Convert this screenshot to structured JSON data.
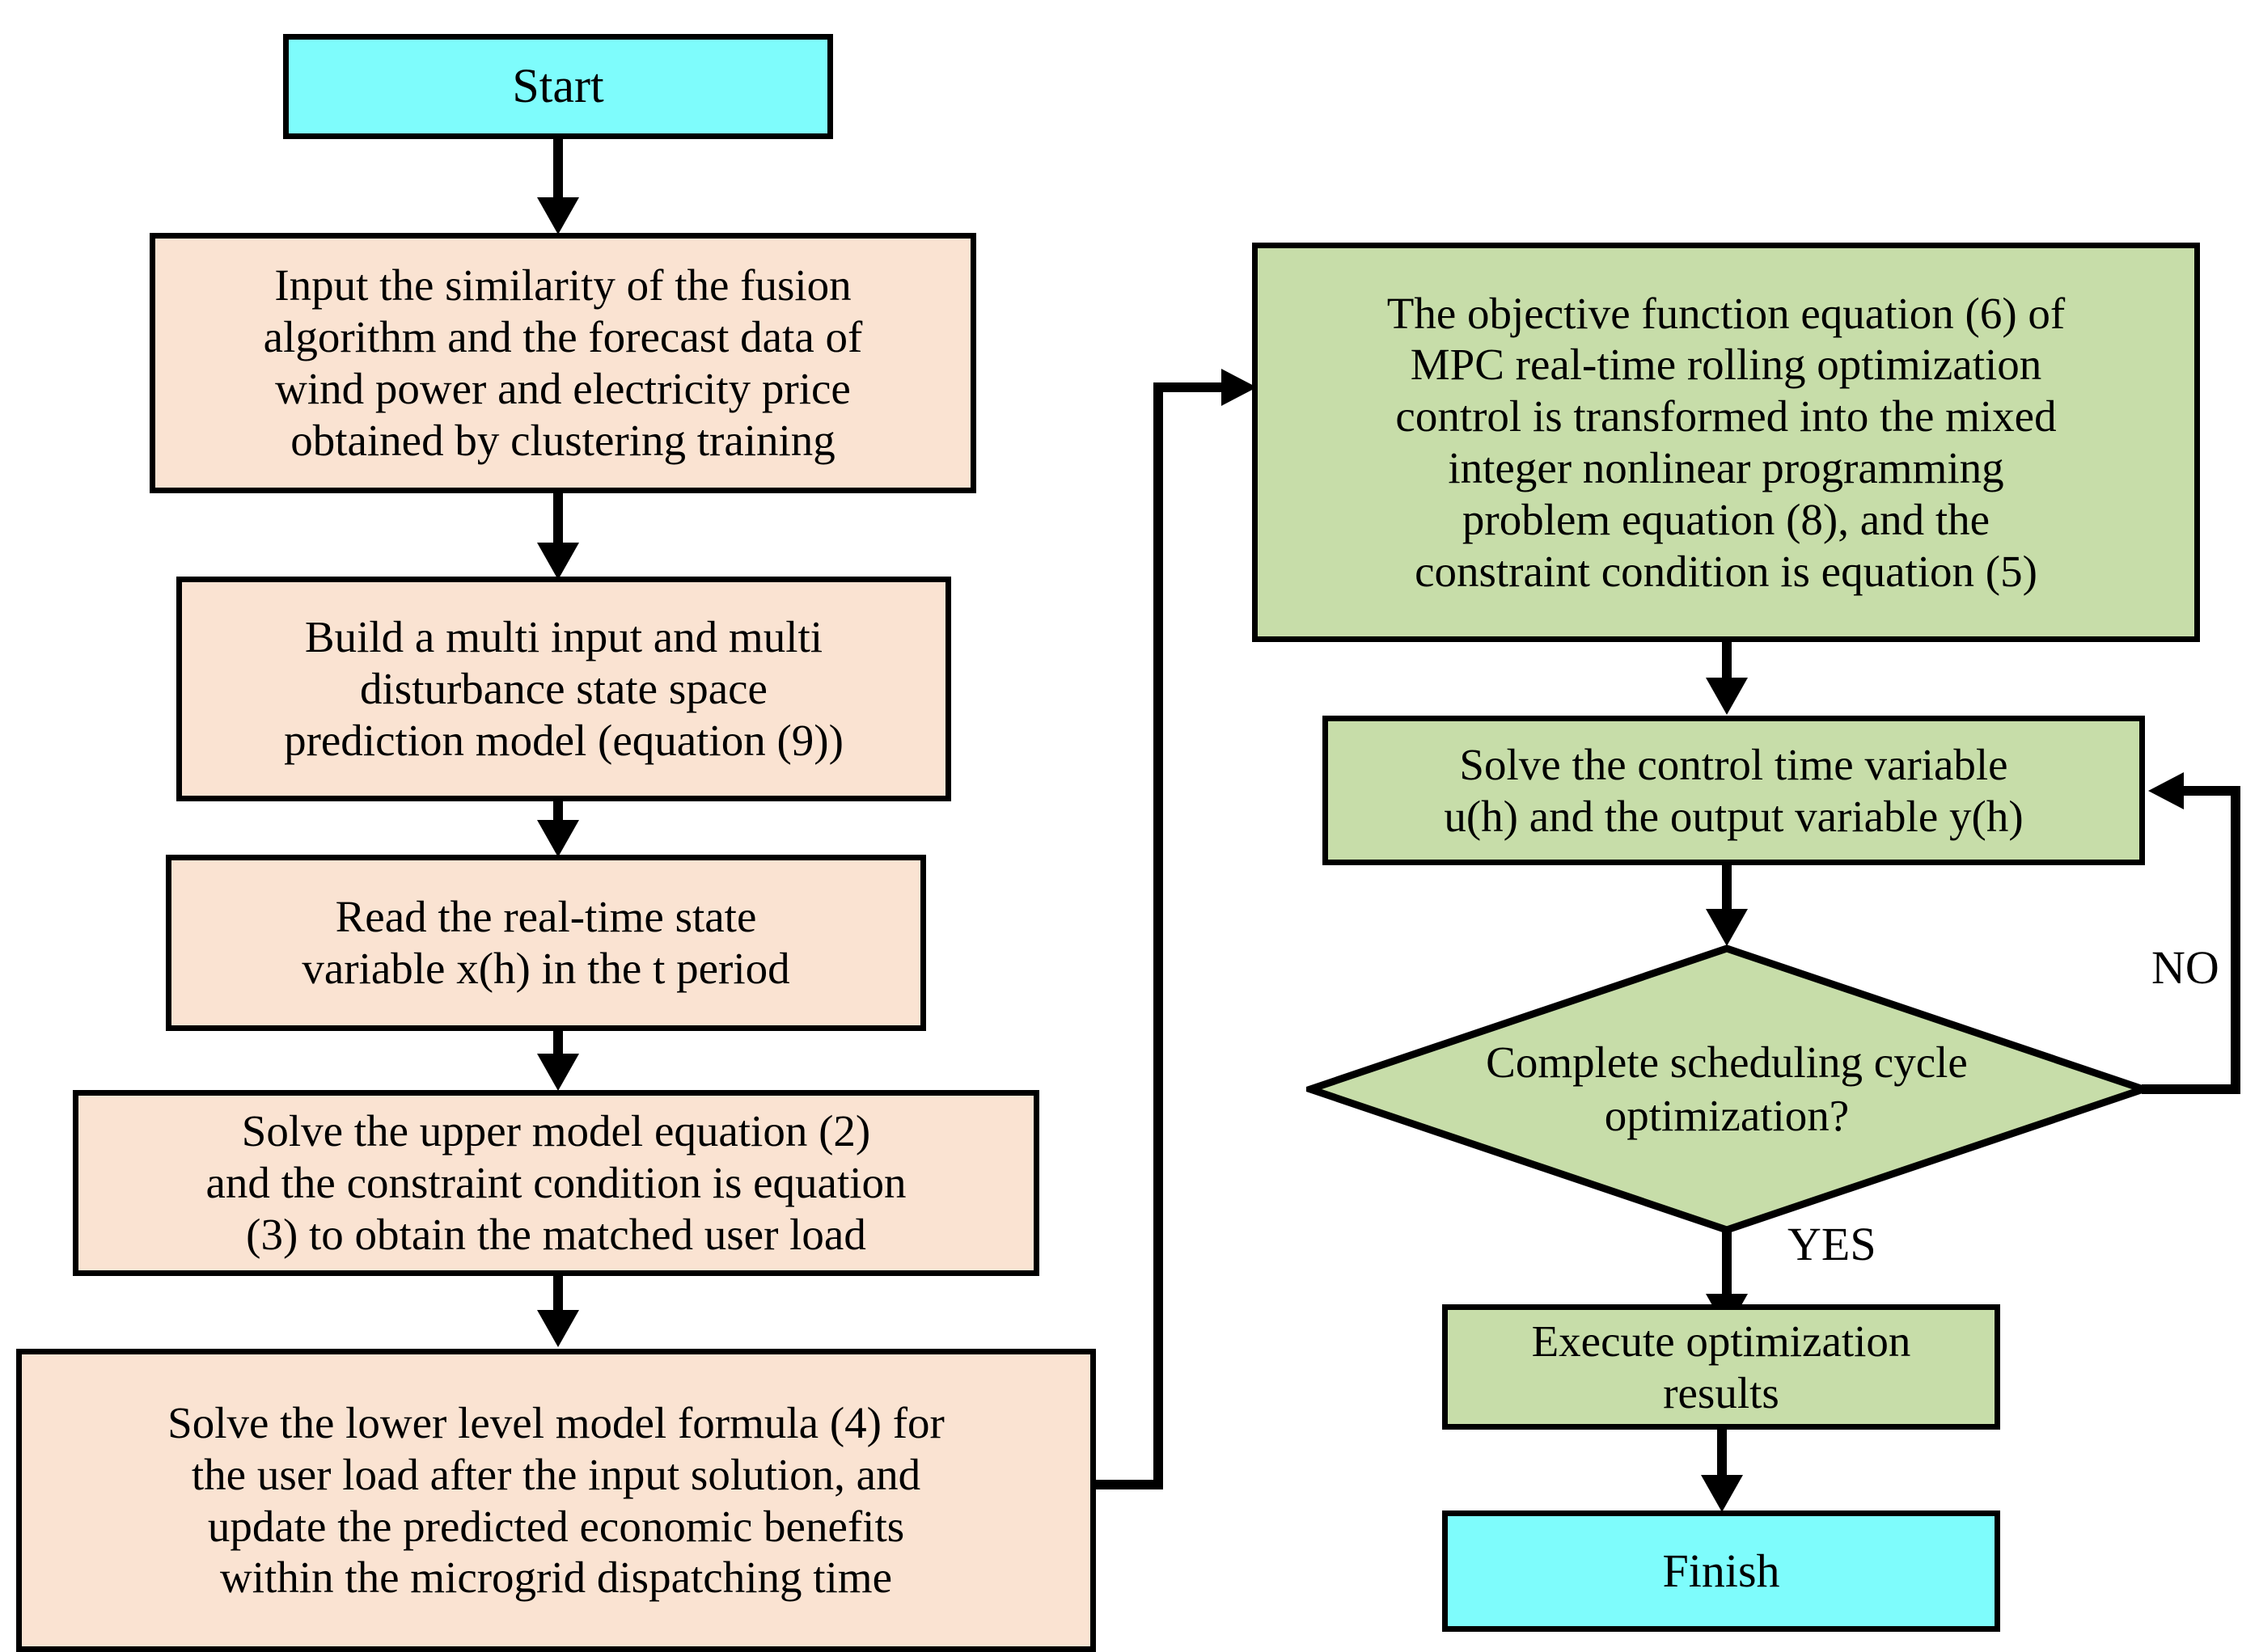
{
  "diagram": {
    "title": "Flowchart of bilevel microgrid scheduling with MPC rolling optimization",
    "colors": {
      "terminator_fill": "#7efcfc",
      "process_peach_fill": "#fae3d2",
      "process_green_fill": "#c7dda9",
      "stroke": "#000000",
      "background": "#ffffff"
    },
    "nodes": {
      "start": {
        "label": "Start",
        "shape": "rectangle",
        "fill": "#7efcfc"
      },
      "input_data": {
        "label": "Input the similarity of the fusion\nalgorithm and the forecast data of\nwind power and electricity price\nobtained by clustering training",
        "shape": "rectangle",
        "fill": "#fae3d2"
      },
      "build_model": {
        "label": "Build a multi input and multi\ndisturbance state space\nprediction model (equation (9))",
        "shape": "rectangle",
        "fill": "#fae3d2"
      },
      "read_state": {
        "label": "Read the real-time state\nvariable x(h) in the t period",
        "shape": "rectangle",
        "fill": "#fae3d2"
      },
      "solve_upper": {
        "label": "Solve the upper model equation (2)\nand the constraint condition is equation\n(3) to obtain the matched user load",
        "shape": "rectangle",
        "fill": "#fae3d2"
      },
      "solve_lower": {
        "label": "Solve the lower level model formula (4) for\nthe user load after the input solution, and\nupdate the predicted economic benefits\nwithin the microgrid dispatching time",
        "shape": "rectangle",
        "fill": "#fae3d2"
      },
      "objective_transform": {
        "label": "The objective function equation (6) of\nMPC real-time rolling optimization\ncontrol is transformed into the mixed\ninteger nonlinear programming\nproblem equation (8), and the\nconstraint condition is equation (5)",
        "shape": "rectangle",
        "fill": "#c7dda9"
      },
      "solve_control": {
        "label": "Solve the control time variable\nu(h) and the output variable y(h)",
        "shape": "rectangle",
        "fill": "#c7dda9"
      },
      "decision_cycle": {
        "label": "Complete scheduling cycle\noptimization?",
        "shape": "diamond",
        "fill": "#c7dda9"
      },
      "execute_results": {
        "label": "Execute optimization\nresults",
        "shape": "rectangle",
        "fill": "#c7dda9"
      },
      "finish": {
        "label": "Finish",
        "shape": "rectangle",
        "fill": "#7efcfc"
      }
    },
    "edge_labels": {
      "no": "NO",
      "yes": "YES"
    }
  }
}
